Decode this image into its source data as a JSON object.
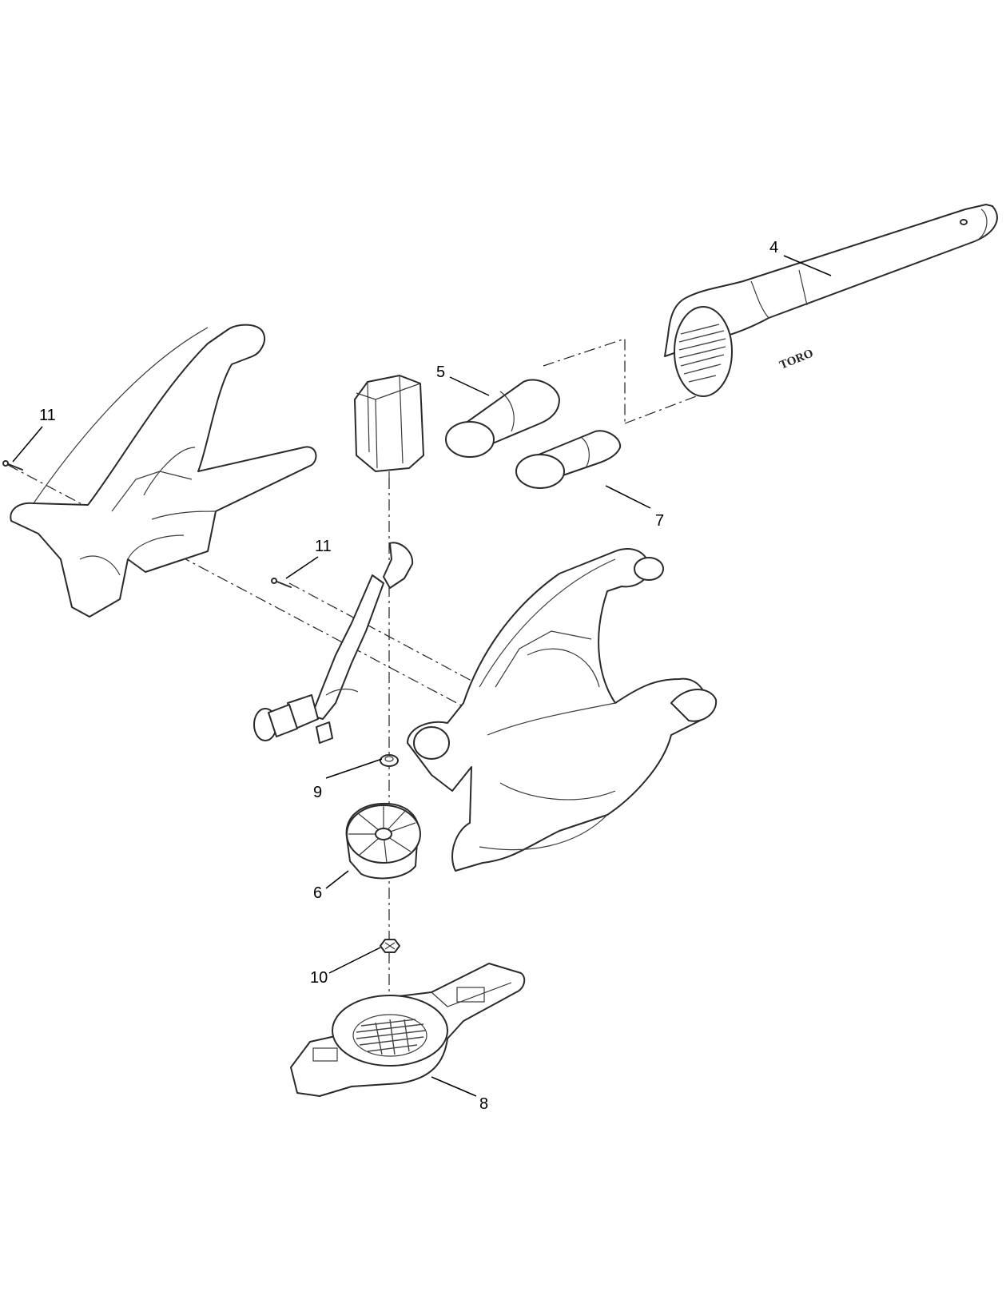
{
  "callouts": [
    {
      "id": "c4",
      "text": "4"
    },
    {
      "id": "c5",
      "text": "5"
    },
    {
      "id": "c7",
      "text": "7"
    },
    {
      "id": "c11a",
      "text": "11"
    },
    {
      "id": "c11b",
      "text": "11"
    },
    {
      "id": "c9",
      "text": "9"
    },
    {
      "id": "c6",
      "text": "6"
    },
    {
      "id": "c10",
      "text": "10"
    },
    {
      "id": "c8",
      "text": "8"
    }
  ],
  "brand_mark": "TORO"
}
